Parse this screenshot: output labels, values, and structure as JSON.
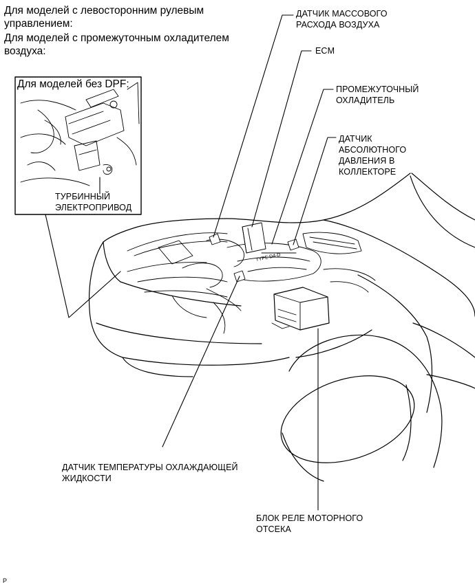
{
  "intro": {
    "line1": "Для моделей с левосторонним рулевым",
    "line2": "управлением:",
    "line3": "Для моделей с промежуточным охладителем",
    "line4": "воздуха:"
  },
  "inset": {
    "title": "Для моделей без DPF:",
    "label_line1": "ТУРБИННЫЙ",
    "label_line2": "ЭЛЕКТРОПРИВОД"
  },
  "callouts": {
    "maf": {
      "line1": "ДАТЧИК МАССОВОГО",
      "line2": "РАСХОДА ВОЗДУХА"
    },
    "ecm": {
      "line1": "ECM"
    },
    "intercooler": {
      "line1": "ПРОМЕЖУТОЧНЫЙ",
      "line2": "ОХЛАДИТЕЛЬ"
    },
    "map_sensor": {
      "line1": "ДАТЧИК",
      "line2": "АБСОЛЮТНОГО",
      "line3": "ДАВЛЕНИЯ В",
      "line4": "КОЛЛЕКТОРЕ"
    },
    "coolant_sensor": {
      "line1": "ДАТЧИК ТЕМПЕРАТУРЫ ОХЛАЖДАЮЩЕЙ",
      "line2": "ЖИДКОСТИ"
    },
    "relay_block": {
      "line1": "БЛОК РЕЛЕ МОТОРНОГО",
      "line2": "ОТСЕКА"
    }
  },
  "footer": {
    "code": "P"
  }
}
